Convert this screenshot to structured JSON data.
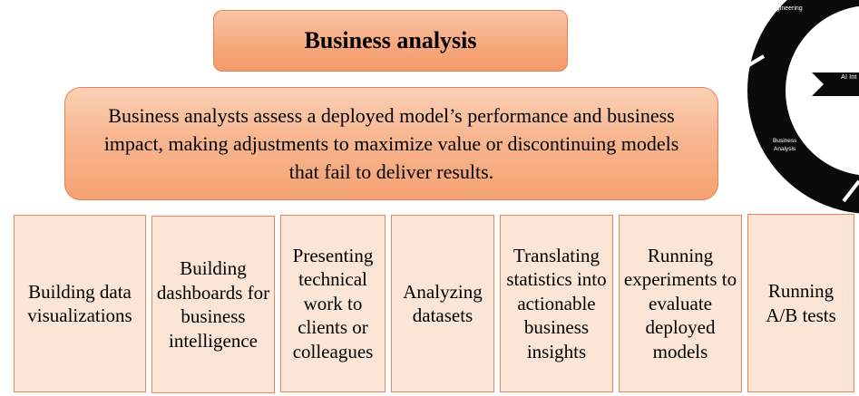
{
  "title": "Business analysis",
  "description": "Business analysts assess a deployed model’s performance and business impact, making adjustments to maximize value or discontinuing models that fail to deliver results.",
  "cards": [
    "Building data visualizations",
    "Building dashboards for business intelligence",
    "Presenting technical work to clients or colleagues",
    "Analyzing datasets",
    "Translating statistics into actionable business insights",
    "Running experiments to evaluate deployed models",
    "Running A/B tests"
  ],
  "cycle": {
    "labels": {
      "engineering": "Engineering",
      "ai": "AI Int",
      "business_line1": "Business",
      "business_line2": "Analysis"
    },
    "colors": {
      "ring": "#0a0a0a",
      "text": "#ffffff"
    }
  }
}
